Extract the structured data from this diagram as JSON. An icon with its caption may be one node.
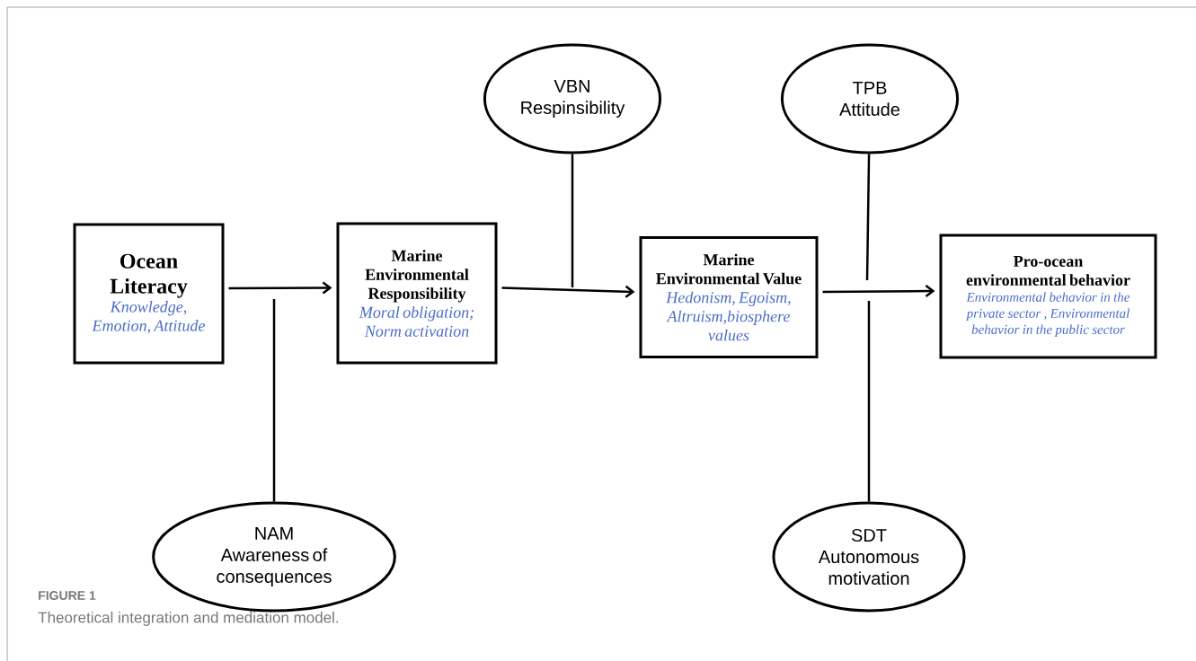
{
  "diagram": {
    "caption": "Theoretical integration and mediation model.",
    "nodes": [
      {
        "text": [
          "Ocean Literacy",
          "Knowledge, Emotion, Attitude"
        ]
      },
      {
        "text": [
          "Marine Environmental Responsibility",
          "Moral obligation; Norm activation"
        ]
      },
      {
        "text": [
          "Marine Environmental Value",
          "Hedonism, Egoism, Altruism,biosphere values"
        ]
      },
      {
        "text": [
          "Pro-ocean environmental behavior",
          "Environmental behavior in the private sector , Environmental behavior in the public sector"
        ]
      },
      {
        "text": [
          "VBN",
          "Respinsibility"
        ]
      },
      {
        "text": [
          "TPB",
          "Attitude"
        ]
      },
      {
        "text": [
          "NAM",
          "Awareness of consequences"
        ]
      },
      {
        "text": [
          "SDT",
          "Autonomous motivation"
        ]
      }
    ],
    "edges": [
      {
        "from": 0,
        "to": 1,
        "arrow": "to"
      },
      {
        "from": 1,
        "to": 2,
        "arrow": "to"
      },
      {
        "from": 2,
        "to": 3,
        "arrow": "to"
      },
      {
        "from": 4,
        "to": null,
        "arrow": "none"
      },
      {
        "from": 5,
        "to": null,
        "arrow": "none"
      },
      {
        "from": 6,
        "to": null,
        "arrow": "none"
      },
      {
        "from": 7,
        "to": null,
        "arrow": "none"
      }
    ],
    "labels": [
      "FIGURE 1"
    ]
  }
}
